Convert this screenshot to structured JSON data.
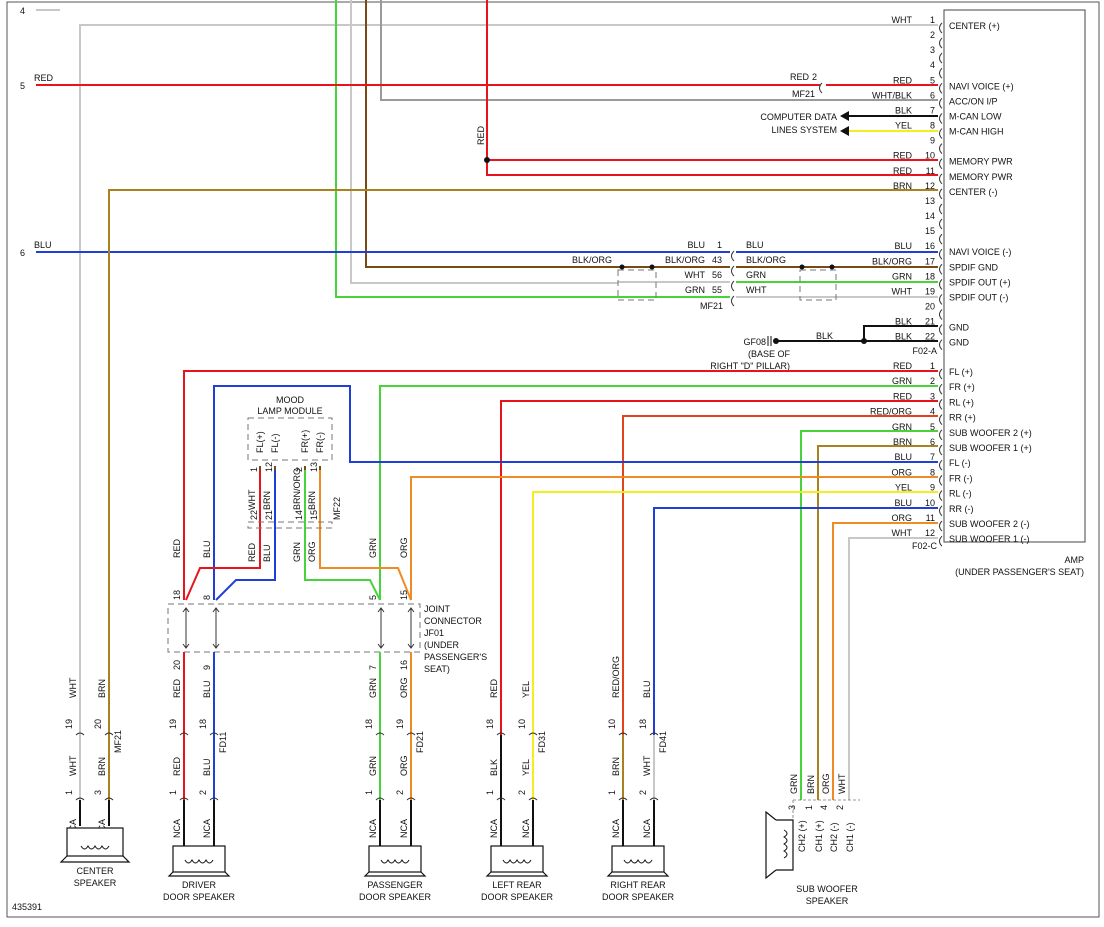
{
  "diagram_id": "435391",
  "amp": {
    "title": "AMP",
    "location": "(UNDER PASSENGER'S SEAT)",
    "connector_a": "F02-A",
    "connector_c": "F02-C",
    "pins_a": [
      {
        "n": "1",
        "label": "CENTER (+)",
        "wire": "WHT"
      },
      {
        "n": "2",
        "label": "",
        "wire": ""
      },
      {
        "n": "3",
        "label": "",
        "wire": ""
      },
      {
        "n": "4",
        "label": "",
        "wire": ""
      },
      {
        "n": "5",
        "label": "NAVI VOICE (+)",
        "wire": "RED"
      },
      {
        "n": "6",
        "label": "ACC/ON I/P",
        "wire": "WHT/BLK"
      },
      {
        "n": "7",
        "label": "M-CAN LOW",
        "wire": "BLK"
      },
      {
        "n": "8",
        "label": "M-CAN HIGH",
        "wire": "YEL"
      },
      {
        "n": "9",
        "label": "",
        "wire": ""
      },
      {
        "n": "10",
        "label": "MEMORY PWR",
        "wire": "RED"
      },
      {
        "n": "11",
        "label": "MEMORY PWR",
        "wire": "RED"
      },
      {
        "n": "12",
        "label": "CENTER (-)",
        "wire": "BRN"
      },
      {
        "n": "13",
        "label": "",
        "wire": ""
      },
      {
        "n": "14",
        "label": "",
        "wire": ""
      },
      {
        "n": "15",
        "label": "",
        "wire": ""
      },
      {
        "n": "16",
        "label": "NAVI VOICE (-)",
        "wire": "BLU"
      },
      {
        "n": "17",
        "label": "SPDIF GND",
        "wire": "BLK/ORG"
      },
      {
        "n": "18",
        "label": "SPDIF OUT (+)",
        "wire": "GRN"
      },
      {
        "n": "19",
        "label": "SPDIF OUT (-)",
        "wire": "WHT"
      },
      {
        "n": "20",
        "label": "",
        "wire": ""
      },
      {
        "n": "21",
        "label": "GND",
        "wire": "BLK"
      },
      {
        "n": "22",
        "label": "GND",
        "wire": "BLK"
      }
    ],
    "pins_c": [
      {
        "n": "1",
        "label": "FL (+)",
        "wire": "RED"
      },
      {
        "n": "2",
        "label": "FR (+)",
        "wire": "GRN"
      },
      {
        "n": "3",
        "label": "RL (+)",
        "wire": "RED"
      },
      {
        "n": "4",
        "label": "RR (+)",
        "wire": "RED/ORG"
      },
      {
        "n": "5",
        "label": "SUB WOOFER 2 (+)",
        "wire": "GRN"
      },
      {
        "n": "6",
        "label": "SUB WOOFER 1 (+)",
        "wire": "BRN"
      },
      {
        "n": "7",
        "label": "FL (-)",
        "wire": "BLU"
      },
      {
        "n": "8",
        "label": "FR (-)",
        "wire": "ORG"
      },
      {
        "n": "9",
        "label": "RL (-)",
        "wire": "YEL"
      },
      {
        "n": "10",
        "label": "RR (-)",
        "wire": "BLU"
      },
      {
        "n": "11",
        "label": "SUB WOOFER 2 (-)",
        "wire": "ORG"
      },
      {
        "n": "12",
        "label": "SUB WOOFER 1 (-)",
        "wire": "WHT"
      }
    ]
  },
  "left_refs": [
    {
      "n": "4",
      "wire": ""
    },
    {
      "n": "5",
      "wire": "RED"
    },
    {
      "n": "6",
      "wire": "BLU"
    }
  ],
  "mf21_top": {
    "name": "MF21",
    "red_label": "RED",
    "red_pin": "2"
  },
  "red_vertical": "RED",
  "comp_data": {
    "line1": "COMPUTER DATA",
    "line2": "LINES SYSTEM"
  },
  "spdif": {
    "mf21_name": "MF21",
    "rows": [
      {
        "left_wire": "BLU",
        "pin": "1",
        "right_wire": "BLU"
      },
      {
        "left_wire": "BLK/ORG",
        "pin": "43",
        "right_wire": "BLK/ORG"
      },
      {
        "left_wire": "WHT",
        "pin": "56",
        "right_wire": "GRN"
      },
      {
        "left_wire": "GRN",
        "pin": "55",
        "right_wire": "WHT"
      }
    ],
    "far_left_blu": "BLU",
    "far_left_blkorg": "BLK/ORG"
  },
  "ground": {
    "name": "GF08",
    "wire": "BLK",
    "loc1": "(BASE OF",
    "loc2": "RIGHT \"D\" PILLAR)"
  },
  "mood_lamp": {
    "title1": "MOOD",
    "title2": "LAMP MODULE",
    "pins": [
      {
        "label": "FL(+)",
        "n": "1",
        "wire": "WHT"
      },
      {
        "label": "FL(-)",
        "n": "12",
        "wire": "BRN"
      },
      {
        "label": "FR(+)",
        "n": "2",
        "wire": "BRN/ORG"
      },
      {
        "label": "FR(-)",
        "n": "13",
        "wire": "BRN"
      }
    ],
    "mf22": {
      "name": "MF22",
      "pins": [
        "22",
        "21",
        "14",
        "15"
      ],
      "wires": [
        "RED",
        "BLU",
        "GRN",
        "ORG"
      ]
    }
  },
  "joint": {
    "line1": "JOINT",
    "line2": "CONNECTOR",
    "line3": "JF01",
    "line4": "(UNDER",
    "line5": "PASSENGER'S",
    "line6": "SEAT)",
    "top_pins": [
      "18",
      "8",
      "5",
      "15"
    ],
    "bottom_pins": [
      "20",
      "9",
      "7",
      "16"
    ],
    "top_wires": [
      "RED",
      "BLU",
      "GRN",
      "ORG"
    ]
  },
  "speakers": [
    {
      "id": "center",
      "line1": "CENTER",
      "line2": "SPEAKER",
      "conn": "MF21",
      "conn_pins": [
        "19",
        "20"
      ],
      "wires_up": [
        "WHT",
        "BRN"
      ],
      "wires_dn": [
        "WHT",
        "BRN"
      ],
      "spk_pins": [
        "1",
        "3"
      ],
      "nca": [
        "NCA",
        "NCA"
      ]
    },
    {
      "id": "driver",
      "line1": "DRIVER",
      "line2": "DOOR SPEAKER",
      "conn": "FD11",
      "conn_pins": [
        "19",
        "18"
      ],
      "wires_up": [
        "RED",
        "BLU"
      ],
      "wires_dn": [
        "RED",
        "BLU"
      ],
      "spk_pins": [
        "1",
        "2"
      ],
      "nca": [
        "NCA",
        "NCA"
      ]
    },
    {
      "id": "passenger",
      "line1": "PASSENGER",
      "line2": "DOOR SPEAKER",
      "conn": "FD21",
      "conn_pins": [
        "18",
        "19"
      ],
      "wires_up": [
        "GRN",
        "ORG"
      ],
      "wires_dn": [
        "GRN",
        "ORG"
      ],
      "spk_pins": [
        "1",
        "2"
      ],
      "nca": [
        "NCA",
        "NCA"
      ]
    },
    {
      "id": "left-rear",
      "line1": "LEFT REAR",
      "line2": "DOOR SPEAKER",
      "conn": "FD31",
      "conn_pins": [
        "18",
        "10"
      ],
      "wires_up": [
        "RED",
        "YEL"
      ],
      "wires_dn": [
        "BLK",
        "YEL"
      ],
      "spk_pins": [
        "1",
        "2"
      ],
      "nca": [
        "NCA",
        "NCA"
      ]
    },
    {
      "id": "right-rear",
      "line1": "RIGHT REAR",
      "line2": "DOOR SPEAKER",
      "conn": "FD41",
      "conn_pins": [
        "10",
        "18"
      ],
      "wires_up": [
        "RED/ORG",
        "BLU"
      ],
      "wires_dn": [
        "BRN",
        "WHT"
      ],
      "spk_pins": [
        "1",
        "2"
      ],
      "nca": [
        "NCA",
        "NCA"
      ]
    }
  ],
  "subwoofer": {
    "line1": "SUB WOOFER",
    "line2": "SPEAKER",
    "wires": [
      "GRN",
      "BRN",
      "ORG",
      "WHT"
    ],
    "pins": [
      "3",
      "1",
      "4",
      "2"
    ],
    "labels": [
      "CH2 (+)",
      "CH1 (+)",
      "CH2 (-)",
      "CH1 (-)"
    ]
  },
  "colors": {
    "RED": "#e8141b",
    "BLU": "#1f3fd6",
    "GRN": "#46d43a",
    "ORG": "#f08a24",
    "YEL": "#f3ef1c",
    "BRN": "#a8821e",
    "WHT": "#c8c8c8",
    "BLK": "#111111",
    "BLKORG": "#7a4a14",
    "WHTBLK": "#9a9a9a",
    "REDORG": "#e2431a"
  }
}
